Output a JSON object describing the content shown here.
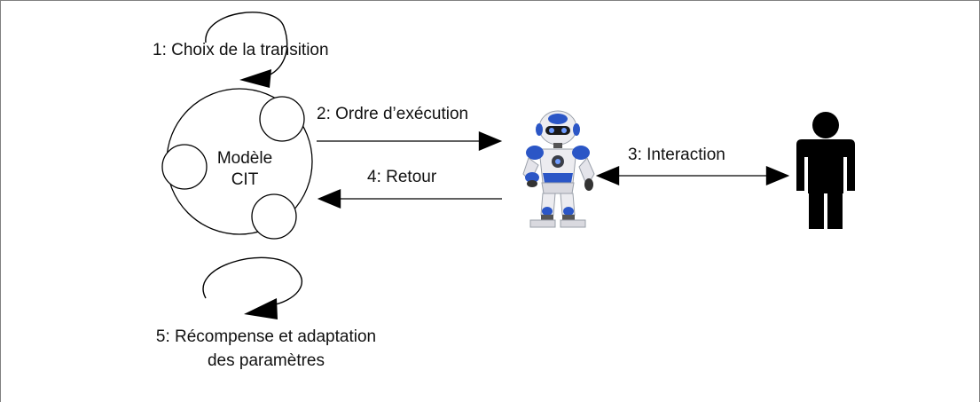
{
  "steps": {
    "choice": "1: Choix de la transition",
    "order": "2: Ordre d’exécution",
    "interaction": "3: Interaction",
    "feedback": "4: Retour",
    "reward_line1": "5: Récompense et adaptation",
    "reward_line2": "des paramètres"
  },
  "model": {
    "line1": "Modèle",
    "line2": "CIT"
  },
  "colors": {
    "stroke": "#000000",
    "robot_body": "#e8e8ec",
    "robot_accent": "#1f4fbf",
    "human": "#000000"
  }
}
